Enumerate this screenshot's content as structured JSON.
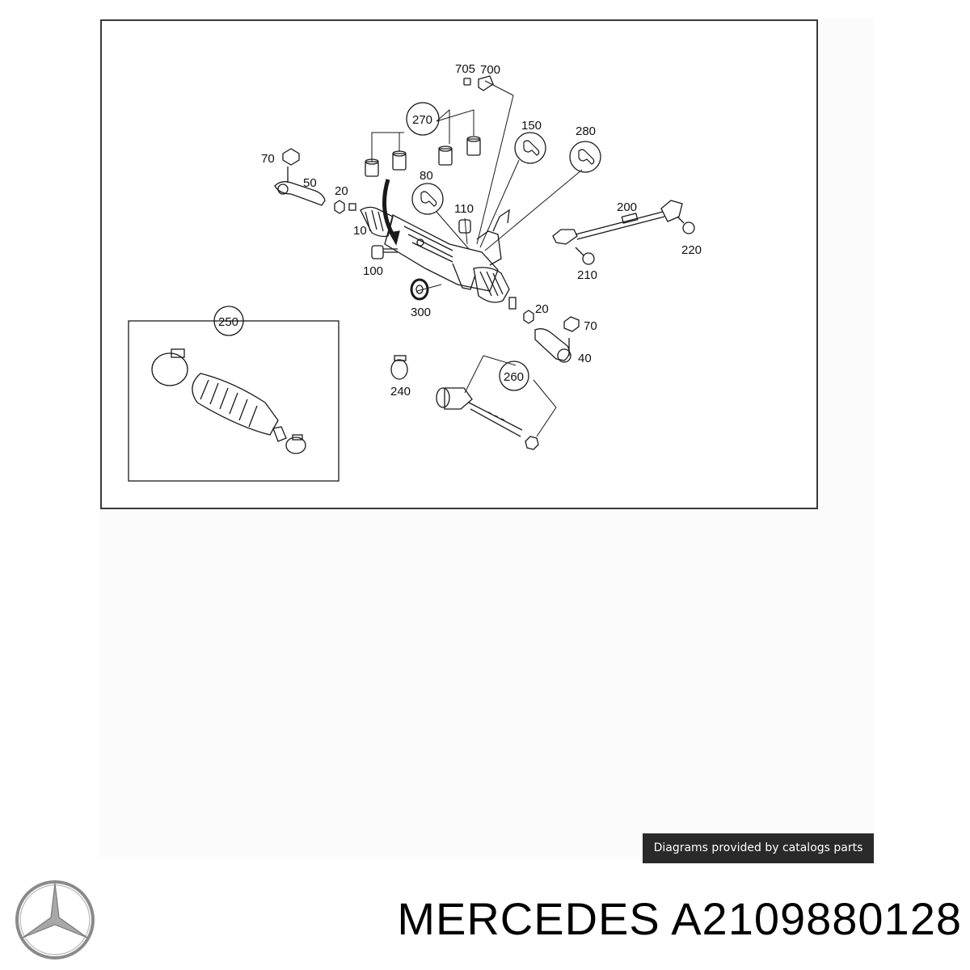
{
  "callouts": {
    "c705": "705",
    "c700": "700",
    "c270": "270",
    "c150": "150",
    "c280": "280",
    "c70a": "70",
    "c50": "50",
    "c20a": "20",
    "c80": "80",
    "c110": "110",
    "c10": "10",
    "c200": "200",
    "c100": "100",
    "c220": "220",
    "c210": "210",
    "c300": "300",
    "c20b": "20",
    "c70b": "70",
    "c250": "250",
    "c40": "40",
    "c240": "240",
    "c260": "260"
  },
  "credit_text": "Diagrams provided by catalogs parts",
  "footer": {
    "title": "MERCEDES A2109880128"
  },
  "brand": {
    "logo_icon": "mercedes-star-icon",
    "logo_color": "#8a8a8a"
  },
  "icons": {
    "wrench": "wrench-icon"
  }
}
